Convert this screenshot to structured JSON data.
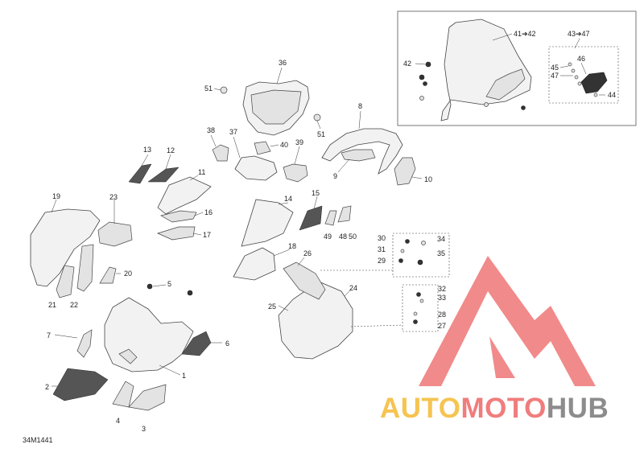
{
  "diagram_code": "34M1441",
  "logo": {
    "part1": "AUTO",
    "part2": "MOTO",
    "part3": "HUB",
    "color1": "#f5c451",
    "color2": "#f07d7d",
    "color3": "#8c8c8c",
    "mark_color": "#f07d7d"
  },
  "callouts": {
    "c1": "1",
    "c2": "2",
    "c3": "3",
    "c4": "4",
    "c5": "5",
    "c6": "6",
    "c7": "7",
    "c8": "8",
    "c9": "9",
    "c10": "10",
    "c11": "11",
    "c12": "12",
    "c13": "13",
    "c14": "14",
    "c15": "15",
    "c16": "16",
    "c17": "17",
    "c18": "18",
    "c19": "19",
    "c20": "20",
    "c21": "21",
    "c22": "22",
    "c23": "23",
    "c24": "24",
    "c25": "25",
    "c26": "26",
    "c27": "27",
    "c28": "28",
    "c29": "29",
    "c30": "30",
    "c31": "31",
    "c32": "32",
    "c33": "33",
    "c34": "34",
    "c35": "35",
    "c36": "36",
    "c37": "37",
    "c38": "38",
    "c39": "39",
    "c40": "40",
    "c41_42": "41➔42",
    "c42": "42",
    "c43_47": "43➔47",
    "c44": "44",
    "c45": "45",
    "c46": "46",
    "c47": "47",
    "c48": "48",
    "c49": "49",
    "c50": "50",
    "c51a": "51",
    "c51b": "51"
  }
}
